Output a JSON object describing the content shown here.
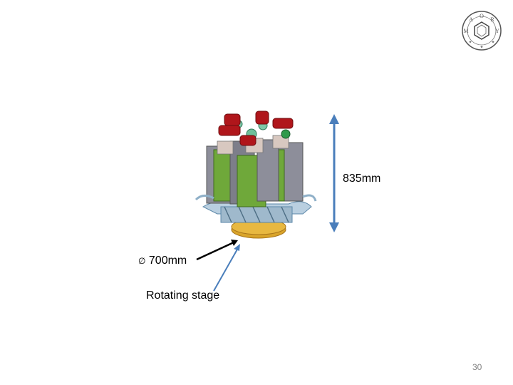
{
  "slide": {
    "height_label": "835mm",
    "diameter_symbol": "∅",
    "diameter_label": "700mm",
    "stage_label": "Rotating stage",
    "page_number": "30"
  },
  "logo": {
    "lettering": "MAORY",
    "icon": "maory-seal-logo"
  },
  "illustration": {
    "icon": "instrument-module-cluster-render"
  },
  "colors": {
    "arrow_blue": "#4a7ebb",
    "pointer_black": "#000000",
    "module_green": "#6fa83a",
    "module_grey": "#8d8e9a",
    "motor_red": "#b0161b",
    "stage_gold": "#d9a42a"
  }
}
